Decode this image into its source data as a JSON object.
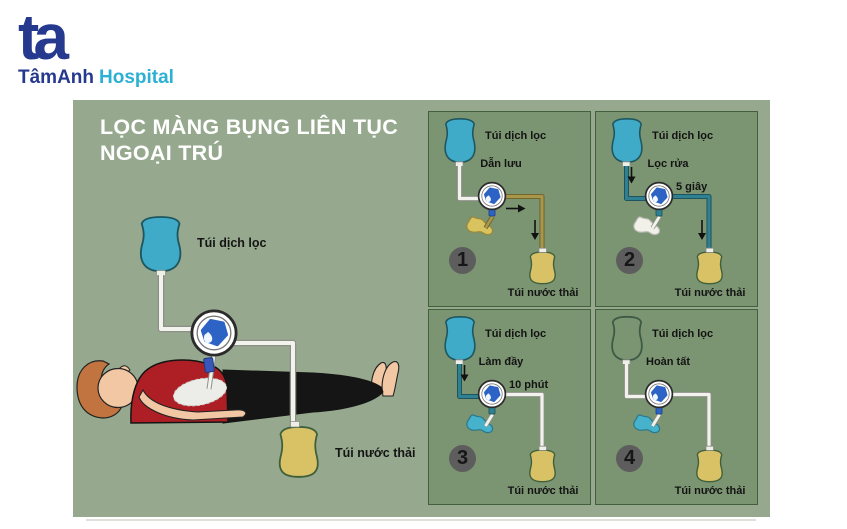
{
  "logo": {
    "mark": "ta",
    "hospital_name": "TâmAnh",
    "hospital_word": "Hospital"
  },
  "title": {
    "line1": "LỌC MÀNG BỤNG LIÊN TỤC",
    "line2": "NGOẠI TRÚ"
  },
  "main_illustration": {
    "supply_bag_label": "Túi dịch lọc",
    "waste_bag_label": "Túi nước thải"
  },
  "steps": [
    {
      "number": "1",
      "action": "Dẫn lưu",
      "duration": "",
      "supply_bag_label": "Túi dịch lọc",
      "waste_bag_label": "Túi nước thải"
    },
    {
      "number": "2",
      "action": "Lọc rửa",
      "duration": "5 giây",
      "supply_bag_label": "Túi dịch lọc",
      "waste_bag_label": "Túi nước thải"
    },
    {
      "number": "3",
      "action": "Làm đầy",
      "duration": "10 phút",
      "supply_bag_label": "Túi dịch lọc",
      "waste_bag_label": "Túi nước thải"
    },
    {
      "number": "4",
      "action": "Hoàn tất",
      "duration": "",
      "supply_bag_label": "Túi dịch lọc",
      "waste_bag_label": "Túi nước thải"
    }
  ],
  "colors": {
    "board_green": "#96a98e",
    "panel_green": "#7b9471",
    "panel_border": "#42603c",
    "dialysate_blue": "#3fabc8",
    "waste_yellow": "#d9c266",
    "valve_blue": "#2d63c5",
    "teal_tube": "#2f8191",
    "olive_tube": "#a7964b",
    "badge_gray": "#5d5d5d",
    "logo_navy": "#25398e",
    "logo_cyan": "#2cb0d3"
  }
}
